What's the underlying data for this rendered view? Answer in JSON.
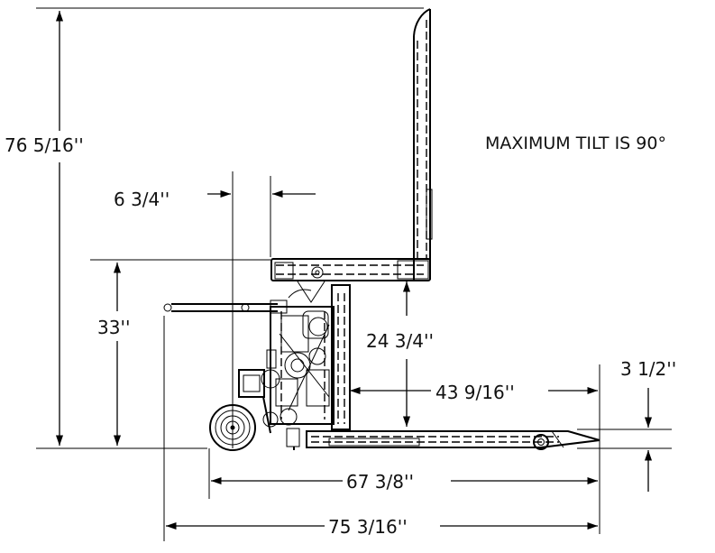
{
  "note": "MAXIMUM TILT IS 90°",
  "dimensions": {
    "overall_height": "76 5/16''",
    "handle_gap": "6 3/4''",
    "handle_height": "33''",
    "fork_height": "24 3/4''",
    "fork_length": "43 9/16''",
    "fork_tip_height": "3 1/2''",
    "wheelbase_length": "67 3/8''",
    "overall_length": "75 3/16''"
  }
}
